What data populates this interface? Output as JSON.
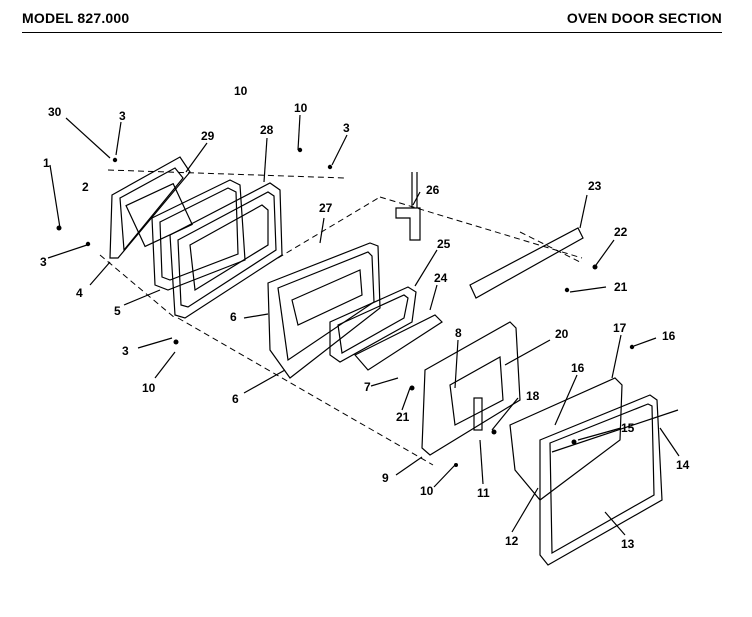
{
  "header": {
    "model": "MODEL 827.000",
    "section": "OVEN DOOR SECTION"
  },
  "labels": [
    "30",
    "3",
    "29",
    "28",
    "10",
    "10",
    "3",
    "26",
    "1",
    "2",
    "27",
    "23",
    "22",
    "3",
    "4",
    "25",
    "21",
    "5",
    "6",
    "24",
    "8",
    "20",
    "17",
    "16",
    "3",
    "7",
    "18",
    "16",
    "10",
    "6",
    "21",
    "15",
    "9",
    "10",
    "11",
    "14",
    "12",
    "13"
  ]
}
